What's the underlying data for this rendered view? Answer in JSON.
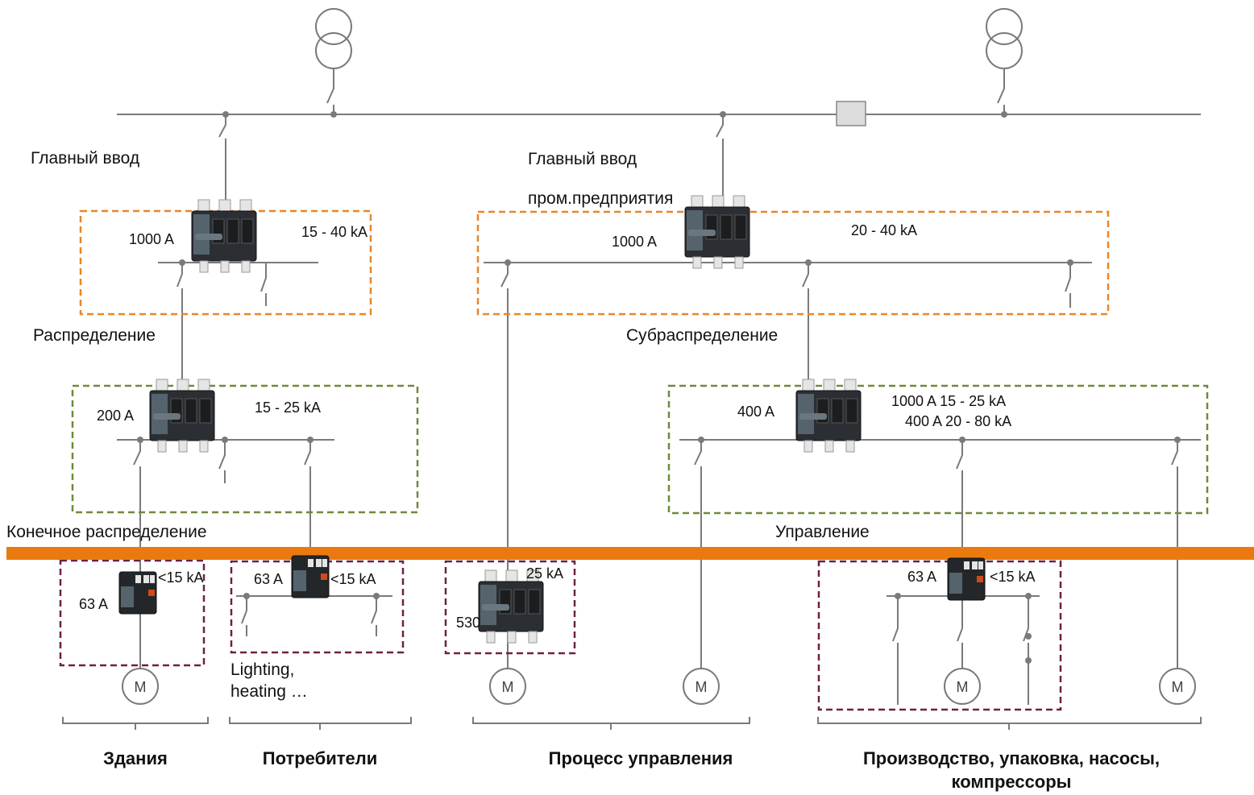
{
  "labels": {
    "main_input_left": "Главный ввод",
    "main_input_right": "Главный ввод",
    "main_input_right_sub": "пром.предприятия",
    "distribution": "Распределение",
    "subdistribution": "Субраспределение",
    "final_distribution": "Конечное распределение",
    "control": "Управление"
  },
  "ratings": {
    "main_left_current": "1000 A",
    "main_left_kA": "15 - 40 kA",
    "main_right_current": "1000 A",
    "main_right_kA": "20 - 40 kA",
    "dist_left_current": "200 A",
    "dist_left_kA": "15 - 25 kA",
    "sub_right_current": "400 A",
    "sub_right_kA_line1": "1000 A  15 - 25 kA",
    "sub_right_kA_line2": "400 A  20 - 80 kA",
    "buildings_kA": "<15 kA",
    "buildings_current": "63 A",
    "consumers_current": "63 A",
    "consumers_kA": "<15 kA",
    "process_kA": "25 kA",
    "process_current": "530",
    "production_current": "63 A",
    "production_kA": "<15 kA"
  },
  "consumers_note": "Lighting,\nheating …",
  "motor_symbol": "M",
  "categories": {
    "buildings": "Здания",
    "consumers": "Потребители",
    "process": "Процесс управления",
    "production": "Производство, упаковка, насосы,\nкомпрессоры"
  },
  "colors": {
    "level1_box": "#e8862a",
    "level2_box": "#6f8a3a",
    "level3_box": "#6e2046",
    "separator": "#ea7a10",
    "line": "#7a7a7a"
  }
}
